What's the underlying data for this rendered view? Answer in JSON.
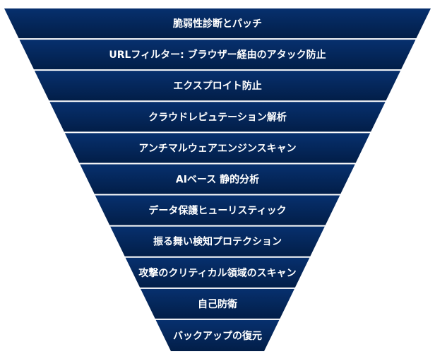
{
  "funnel": {
    "layers": [
      {
        "label": "脆弱性診断とパッチ"
      },
      {
        "label": "URLフィルター: ブラウザー経由のアタック防止"
      },
      {
        "label": "エクスプロイト防止"
      },
      {
        "label": "クラウドレピュテーション解析"
      },
      {
        "label": "アンチマルウェアエンジンスキャン"
      },
      {
        "label": "AIベース 静的分析"
      },
      {
        "label": "データ保護ヒューリスティック"
      },
      {
        "label": "振る舞い検知プロテクション"
      },
      {
        "label": "攻撃のクリティカル領域のスキャン"
      },
      {
        "label": "自己防衛"
      },
      {
        "label": "バックアップの復元"
      }
    ],
    "colors": {
      "top": "#07306e",
      "bottom": "#021e48",
      "separator": "#ffffff"
    }
  }
}
